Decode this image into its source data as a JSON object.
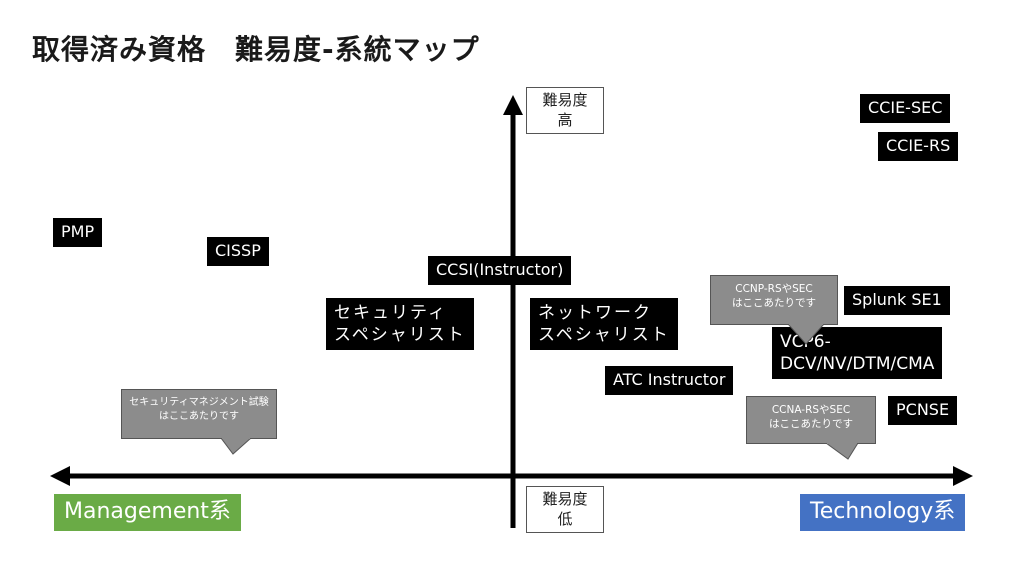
{
  "title": "取得済み資格　難易度-系統マップ",
  "axis": {
    "top_label": "難易度\n高",
    "bottom_label": "難易度\n低",
    "left_category": "Management系",
    "right_category": "Technology系",
    "left_color": "#6aab46",
    "right_color": "#4472c4"
  },
  "certs": {
    "ccie_sec": "CCIE-SEC",
    "ccie_rs": "CCIE-RS",
    "pmp": "PMP",
    "cissp": "CISSP",
    "ccsi": "CCSI(Instructor)",
    "security_specialist": "セキュリティ\nスペシャリスト",
    "network_specialist": "ネットワーク\nスペシャリスト",
    "splunk": "Splunk SE1",
    "vcp6": "VCP6-\nDCV/NV/DTM/CMA",
    "atc": "ATC Instructor",
    "pcnse": "PCNSE"
  },
  "callouts": {
    "ccnp": "CCNP-RSやSEC\nはここあたりです",
    "ccna": "CCNA-RSやSEC\nはここあたりです",
    "security_mgmt": "セキュリティマネジメント試験\nはここあたりです"
  }
}
